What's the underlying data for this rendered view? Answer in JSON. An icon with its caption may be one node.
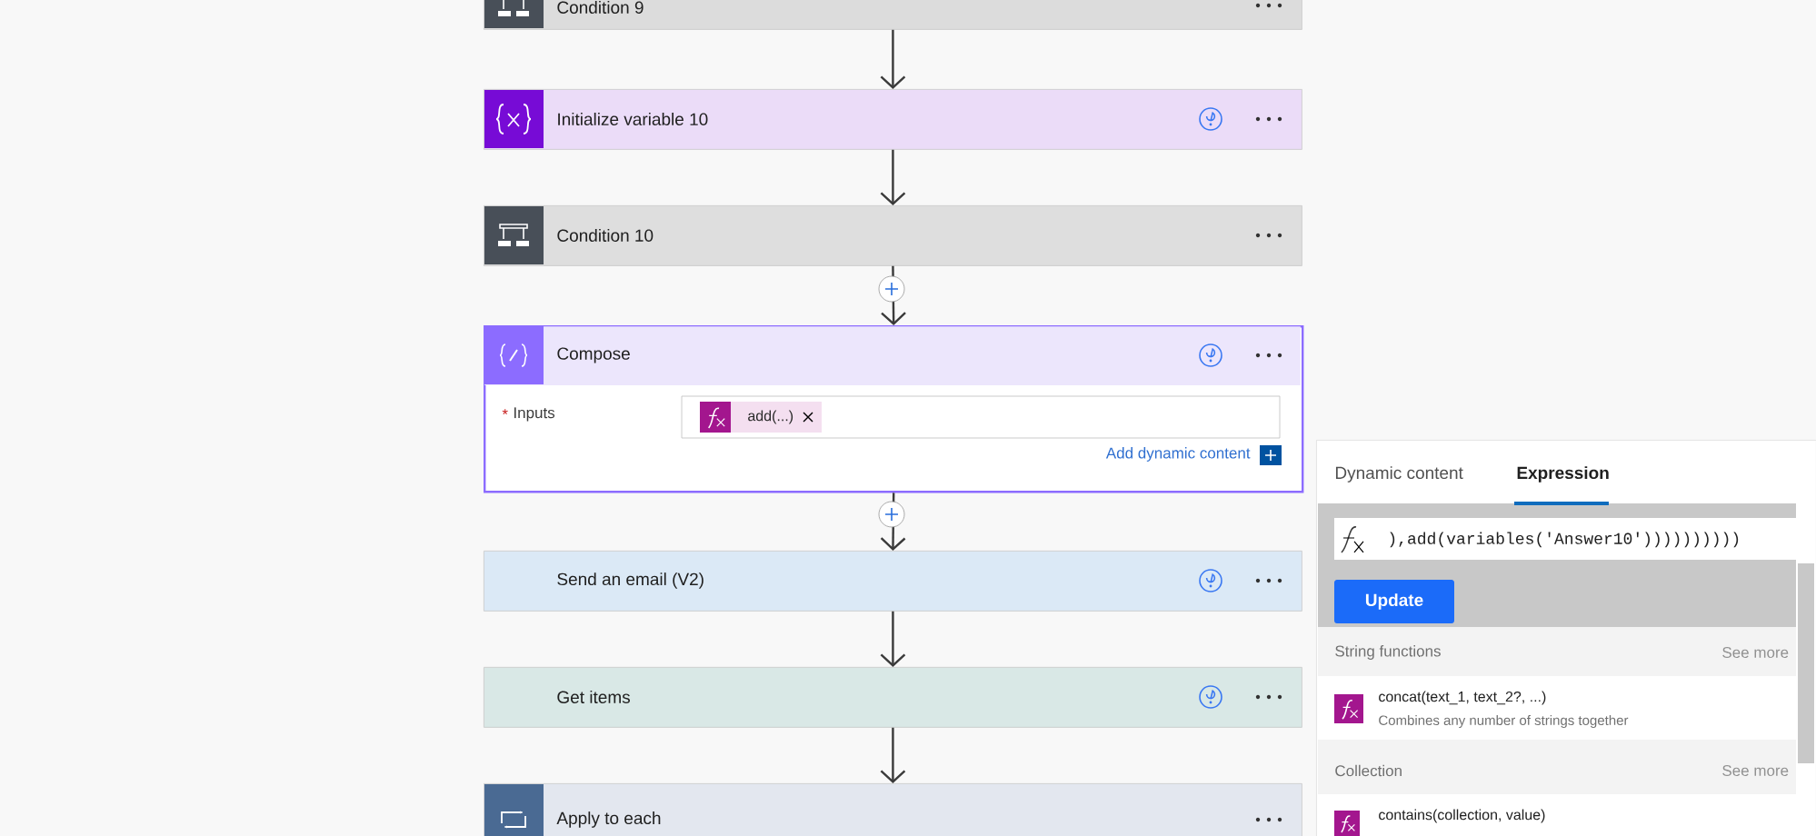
{
  "diagram": {
    "nodes": [
      {
        "text": [
          "Condition 9"
        ]
      },
      {
        "text": [
          "Initialize variable 10"
        ]
      },
      {
        "text": [
          "Condition 10"
        ]
      },
      {
        "text": [
          "Compose"
        ]
      },
      {
        "text": [
          "Send an email (V2)"
        ]
      },
      {
        "text": [
          "Get items"
        ]
      },
      {
        "text": [
          "Apply to each"
        ]
      },
      {
        "text": [
          "Dynamic content",
          "Expression",
          "),add(variables('Answer10'))))))))))",
          "Update",
          "String functions",
          "See more",
          "concat(text_1, text_2?, ...)",
          "Combines any number of strings together",
          "Collection",
          "See more",
          "contains(collection, value)"
        ]
      }
    ],
    "edges": [
      {
        "from": 0,
        "to": 1,
        "arrow": "to"
      },
      {
        "from": 1,
        "to": 2,
        "arrow": "to"
      },
      {
        "from": 2,
        "to": 3,
        "arrow": "to"
      },
      {
        "from": 3,
        "to": 4,
        "arrow": "to"
      },
      {
        "from": 4,
        "to": 5,
        "arrow": "to"
      },
      {
        "from": 5,
        "to": 6,
        "arrow": "to"
      }
    ],
    "labels": [
      "*",
      "Inputs",
      "add(...)",
      "Add dynamic content"
    ]
  }
}
